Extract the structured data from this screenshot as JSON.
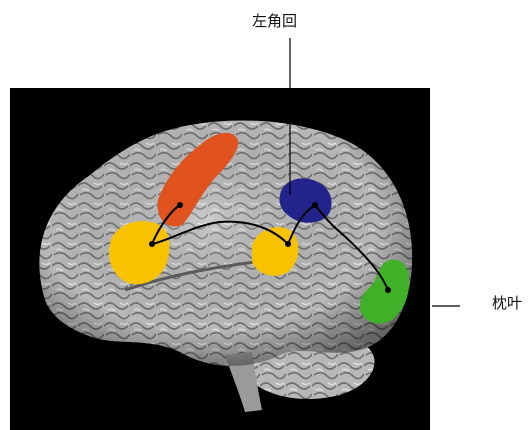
{
  "labels": {
    "angular_gyrus": "左角回",
    "occipital_lobe": "枕叶"
  },
  "colors": {
    "background_panel": "#000000",
    "brain_surface": "#bdbdbd",
    "orange_region": "#e0521e",
    "yellow_region": "#f7c300",
    "blue_region": "#23238c",
    "green_region": "#3fb028",
    "pathway_line": "#000000",
    "pointer_line": "#000000"
  },
  "regions": [
    "orange-region",
    "yellow-region-frontal",
    "yellow-region-temporal",
    "blue-region",
    "green-region"
  ]
}
